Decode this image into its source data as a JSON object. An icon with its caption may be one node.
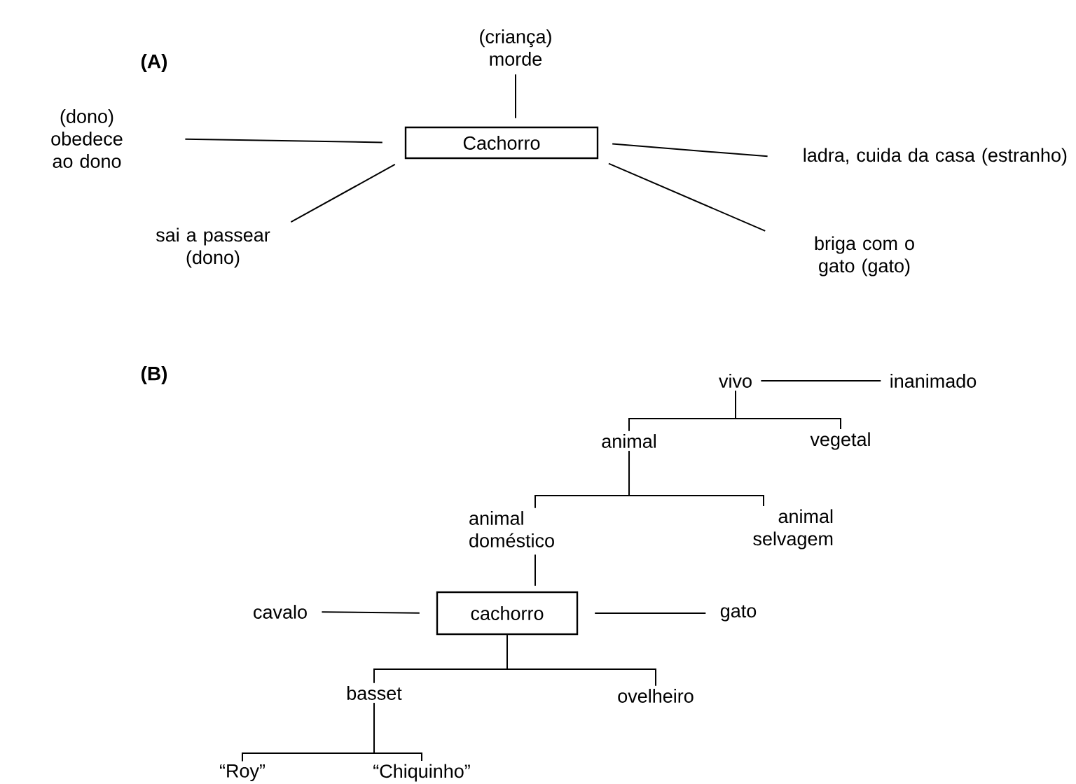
{
  "diagram": {
    "nodes": [
      {
        "text": [
          "(criança) morde"
        ]
      },
      {
        "text": [
          "(dono) obedece ao dono"
        ]
      },
      {
        "text": [
          "Cachorro"
        ]
      },
      {
        "text": [
          "ladra, cuida da casa (estranho)"
        ]
      },
      {
        "text": [
          "sai a passear (dono)"
        ]
      },
      {
        "text": [
          "briga com o gato (gato)"
        ]
      },
      {
        "text": [
          "vivo"
        ]
      },
      {
        "text": [
          "inanimado"
        ]
      },
      {
        "text": [
          "animal"
        ]
      },
      {
        "text": [
          "vegetal"
        ]
      },
      {
        "text": [
          "animal doméstico"
        ]
      },
      {
        "text": [
          "animal selvagem"
        ]
      },
      {
        "text": [
          "cavalo"
        ]
      },
      {
        "text": [
          "cachorro"
        ]
      },
      {
        "text": [
          "gato"
        ]
      },
      {
        "text": [
          "basset"
        ]
      },
      {
        "text": [
          "ovelheiro"
        ]
      },
      {
        "text": [
          "“Roy”"
        ]
      },
      {
        "text": [
          "“Chiquinho”"
        ]
      }
    ],
    "edges": [
      {
        "from": 2,
        "to": 0,
        "arrow": "none"
      },
      {
        "from": 2,
        "to": 1,
        "arrow": "none"
      },
      {
        "from": 2,
        "to": 3,
        "arrow": "none"
      },
      {
        "from": 2,
        "to": 4,
        "arrow": "none"
      },
      {
        "from": 2,
        "to": 5,
        "arrow": "none"
      },
      {
        "from": 6,
        "to": 7,
        "arrow": "none"
      },
      {
        "from": 6,
        "to": 8,
        "arrow": "none"
      },
      {
        "from": 6,
        "to": 9,
        "arrow": "none"
      },
      {
        "from": 8,
        "to": 10,
        "arrow": "none"
      },
      {
        "from": 8,
        "to": 11,
        "arrow": "none"
      },
      {
        "from": 10,
        "to": 13,
        "arrow": "none"
      },
      {
        "from": 13,
        "to": 12,
        "arrow": "none"
      },
      {
        "from": 13,
        "to": 14,
        "arrow": "none"
      },
      {
        "from": 13,
        "to": 15,
        "arrow": "none"
      },
      {
        "from": 13,
        "to": 16,
        "arrow": "none"
      },
      {
        "from": 15,
        "to": 17,
        "arrow": "none"
      },
      {
        "from": 15,
        "to": 18,
        "arrow": "none"
      }
    ],
    "labels": [
      "(A)",
      "(B)"
    ]
  }
}
